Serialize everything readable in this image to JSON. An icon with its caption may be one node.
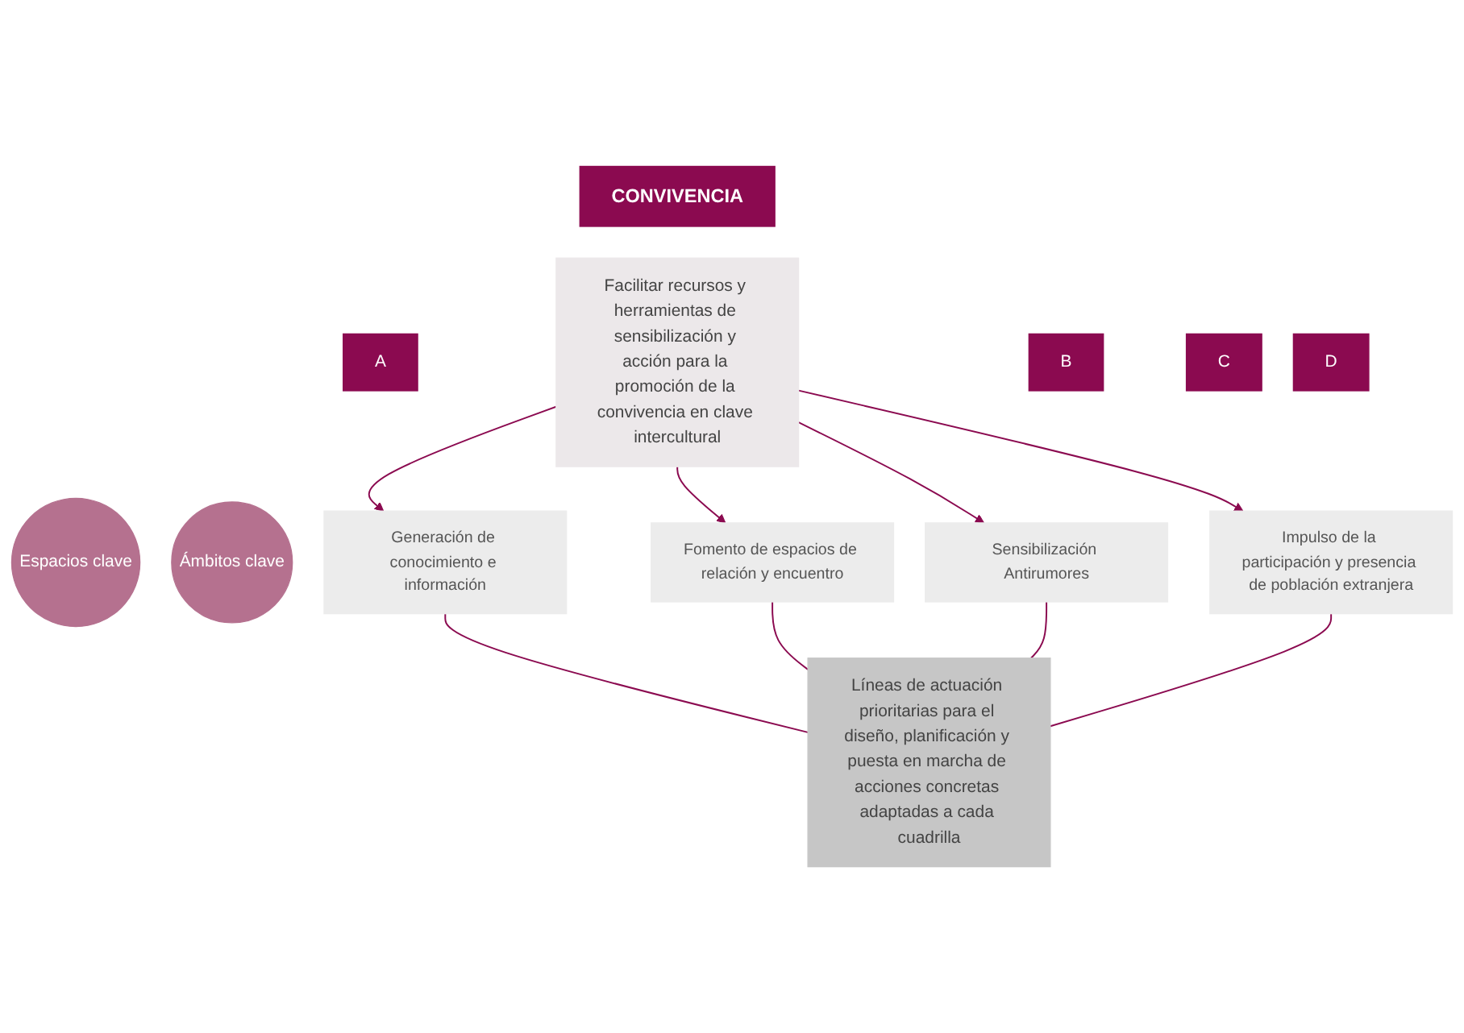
{
  "diagram": {
    "nodes": [
      {
        "text": [
          "CONVIVENCIA"
        ]
      },
      {
        "text": [
          "Facilitar recursos y herramientas de sensibilización y acción para la promoción de la convivencia en clave intercultural"
        ]
      },
      {
        "text": [
          "Espacios clave"
        ]
      },
      {
        "text": [
          "Ámbitos clave"
        ]
      },
      {
        "text": [
          "A"
        ]
      },
      {
        "text": [
          "Generación de conocimiento e información"
        ]
      },
      {
        "text": [
          "B"
        ]
      },
      {
        "text": [
          "Fomento de espacios de relación y encuentro"
        ]
      },
      {
        "text": [
          "C"
        ]
      },
      {
        "text": [
          "Sensibilización Antirumores"
        ]
      },
      {
        "text": [
          "D"
        ]
      },
      {
        "text": [
          "Impulso de la participación y presencia de población extranjera"
        ]
      },
      {
        "text": [
          "Líneas de actuación prioritarias para el diseño, planificación y puesta en marcha de acciones concretas adaptadas a cada cuadrilla"
        ]
      }
    ],
    "edges": [
      {
        "from": 1,
        "to": 5,
        "arrow": "to"
      },
      {
        "from": 1,
        "to": 7,
        "arrow": "to"
      },
      {
        "from": 1,
        "to": 9,
        "arrow": "to"
      },
      {
        "from": 1,
        "to": 11,
        "arrow": "to"
      },
      {
        "from": 5,
        "to": 12,
        "arrow": "none"
      },
      {
        "from": 7,
        "to": 12,
        "arrow": "none"
      },
      {
        "from": 9,
        "to": 12,
        "arrow": "none"
      },
      {
        "from": 11,
        "to": 12,
        "arrow": "none"
      }
    ]
  }
}
